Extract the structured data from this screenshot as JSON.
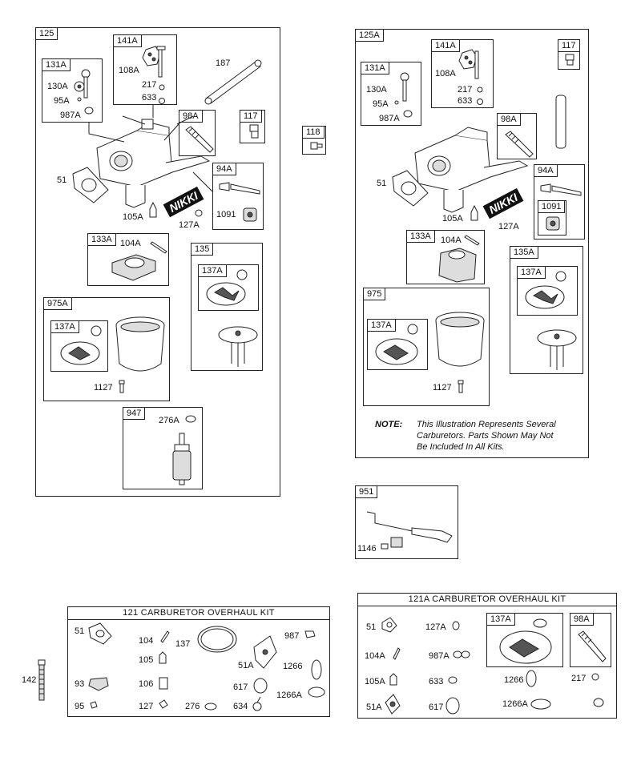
{
  "diagram_left": {
    "id": "125",
    "subassemblies": {
      "b141a": {
        "id": "141A",
        "parts": [
          "108A",
          "217",
          "633"
        ]
      },
      "b131a": {
        "id": "131A",
        "parts": [
          "130A",
          "95A",
          "987A"
        ]
      },
      "b98a": {
        "id": "98A"
      },
      "b117": {
        "id": "117"
      },
      "b94a": {
        "id": "94A",
        "parts": [
          "1091"
        ]
      },
      "b133a": {
        "id": "133A",
        "parts": [
          "104A"
        ]
      },
      "b135": {
        "id": "135",
        "inner": "137A"
      },
      "b975a": {
        "id": "975A",
        "inner": "137A",
        "parts": [
          "1127"
        ]
      },
      "b947": {
        "id": "947",
        "parts": [
          "276A"
        ]
      }
    },
    "loose_parts": [
      "187",
      "51",
      "105A",
      "127A"
    ],
    "brand": "NIKKI"
  },
  "box_118": {
    "id": "118"
  },
  "diagram_right": {
    "id": "125A",
    "subassemblies": {
      "b141a": {
        "id": "141A",
        "parts": [
          "108A",
          "217",
          "633"
        ]
      },
      "b131a": {
        "id": "131A",
        "parts": [
          "130A",
          "95A",
          "987A"
        ]
      },
      "b117": {
        "id": "117"
      },
      "b98a": {
        "id": "98A"
      },
      "b94a": {
        "id": "94A",
        "inner": "1091"
      },
      "b133a": {
        "id": "133A",
        "parts": [
          "104A"
        ]
      },
      "b135a": {
        "id": "135A",
        "inner": "137A"
      },
      "b975": {
        "id": "975",
        "inner": "137A",
        "parts": [
          "1127"
        ]
      }
    },
    "loose_parts": [
      "51",
      "105A",
      "127A"
    ],
    "brand": "NIKKI",
    "note": {
      "label": "NOTE:",
      "lines": [
        "This Illustration Represents Several",
        "Carburetors. Parts Shown May Not",
        "Be Included In All Kits."
      ]
    }
  },
  "box_951": {
    "id": "951",
    "parts": [
      "1146"
    ]
  },
  "part_142": "142",
  "kit_121": {
    "title": "121  CARBURETOR OVERHAUL KIT",
    "parts": [
      "51",
      "104",
      "137",
      "987",
      "105",
      "51A",
      "1266",
      "93",
      "106",
      "617",
      "1266A",
      "95",
      "127",
      "276",
      "634"
    ]
  },
  "kit_121a": {
    "title": "121A CARBURETOR OVERHAUL KIT",
    "parts": [
      "51",
      "127A",
      "104A",
      "987A",
      "105A",
      "633",
      "1266",
      "217",
      "51A",
      "617",
      "1266A"
    ],
    "inner_a": "137A",
    "inner_b": "98A"
  }
}
